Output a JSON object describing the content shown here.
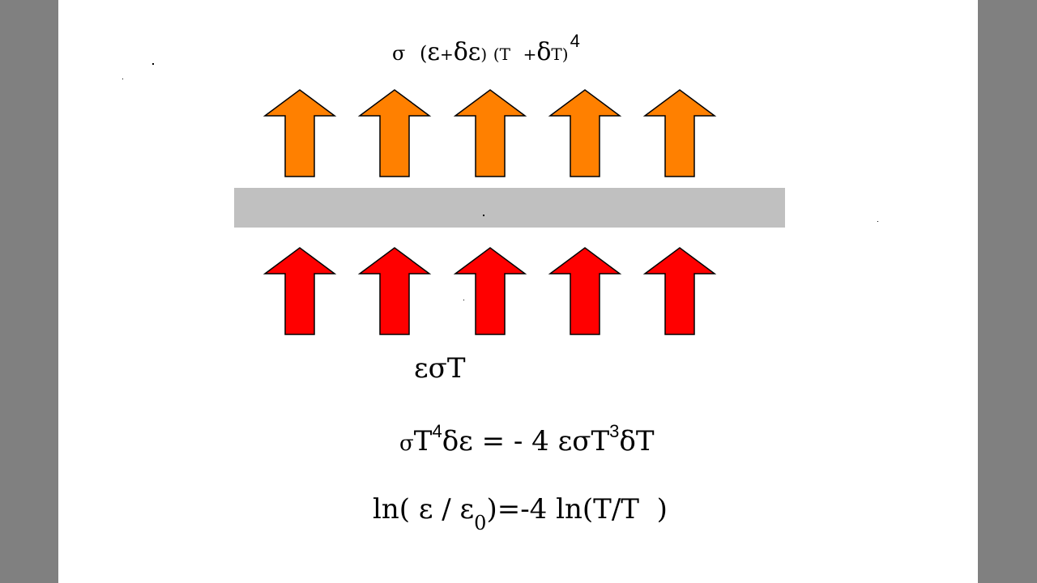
{
  "equations": {
    "top": {
      "sigma": "σ",
      "open1": "(",
      "eps": "ε",
      "plus1": "+",
      "delta_eps": "δε",
      "close1": ")",
      "open2": "(T",
      "plus2": "+",
      "delta_T": "δ",
      "T_close": "T)",
      "exponent": "4"
    },
    "bottom_label": "εσT",
    "balance": {
      "sigma": "σ",
      "T": "T",
      "exp1": "4",
      "delta_eps": "δε",
      "equals": " = ",
      "rhs": "- 4 εσT",
      "exp2": "3",
      "delta_T": "δT"
    },
    "log": {
      "lhs": "ln( ε / ε",
      "sub": "0",
      "rhs": ")=-4 ln(T/T  )"
    }
  },
  "colors": {
    "frame": "#808080",
    "slide": "#ffffff",
    "slab": "#c0c0c0",
    "emitted_arrow": "#ff8000",
    "incident_arrow": "#ff0000"
  },
  "icons": {
    "emitted": "arrow-up-orange",
    "incident": "arrow-up-red"
  }
}
